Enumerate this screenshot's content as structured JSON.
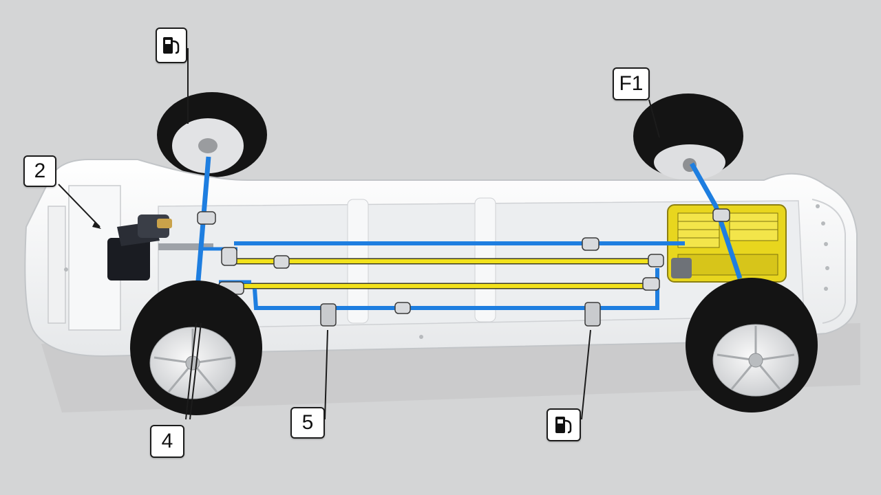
{
  "callouts": {
    "top_left_fuel": {
      "icon": "fuel-pump-icon"
    },
    "top_right": {
      "label": "F1"
    },
    "left": {
      "label": "2"
    },
    "bottom_left": {
      "label": "4"
    },
    "bottom_center": {
      "label": "5"
    },
    "bottom_right_fuel": {
      "icon": "fuel-pump-icon"
    }
  },
  "colors": {
    "background": "#d4d5d6",
    "chassis": "#f4f5f6",
    "brake_line": "#1e7ee0",
    "fuel_line": "#f2e21c",
    "engine": "#e8d61e",
    "tire": "#141414",
    "rim": "#e4e5e7"
  }
}
